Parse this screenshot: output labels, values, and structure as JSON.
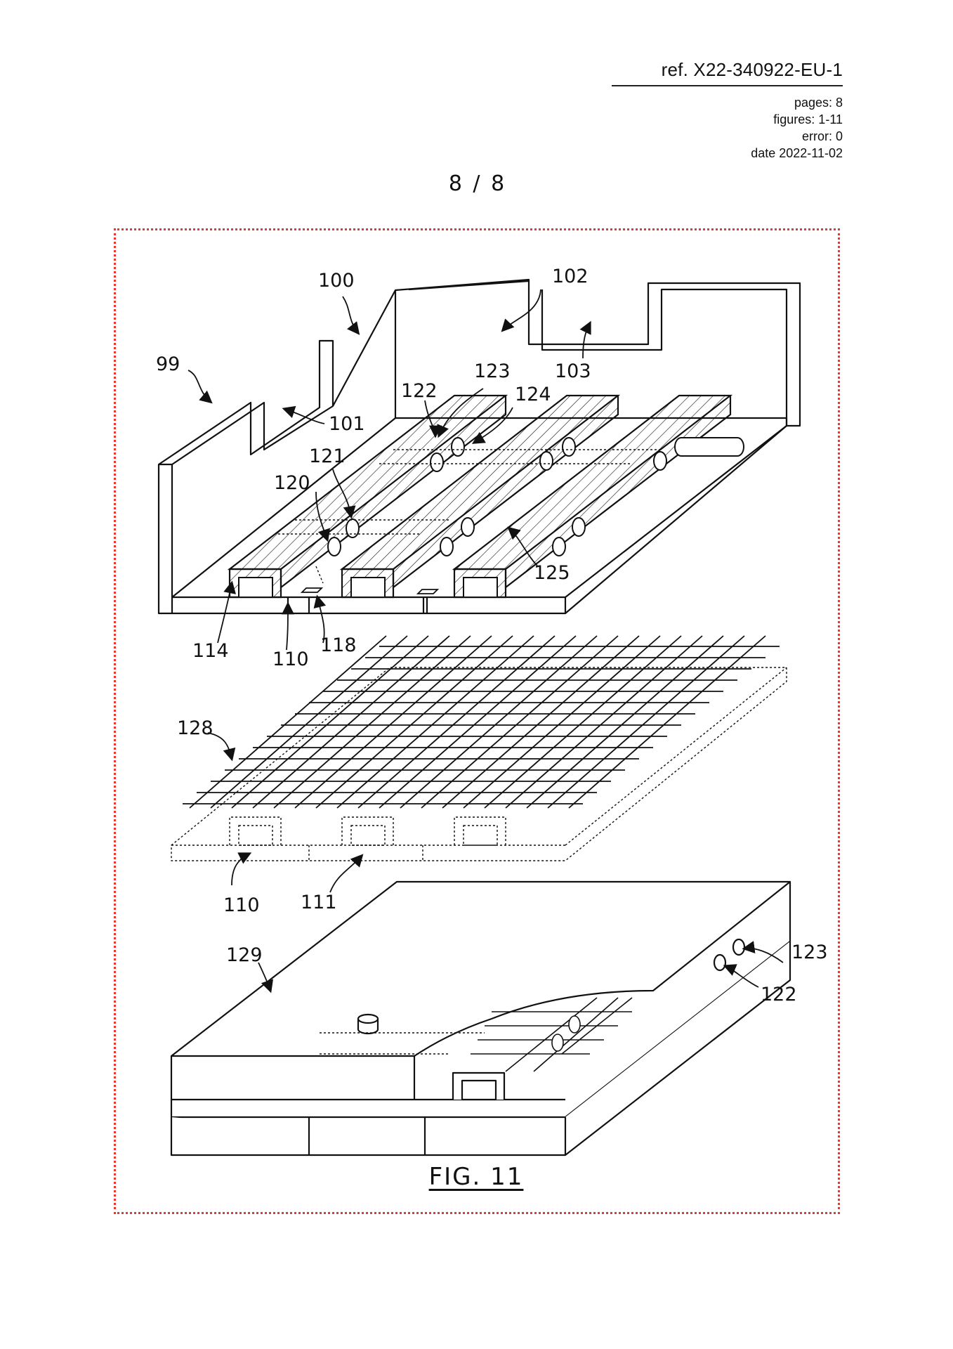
{
  "header": {
    "reference": "ref. X22-340922-EU-1",
    "pages": "pages: 8",
    "figures": "figures: 1-11",
    "error": "error: 0",
    "date": "date 2022-11-02"
  },
  "sheet_number": "8 / 8",
  "figure": {
    "title": "FIG. 11",
    "labels": {
      "l99": "99",
      "l100": "100",
      "l101": "101",
      "l102": "102",
      "l103": "103",
      "l110a": "110",
      "l110b": "110",
      "l111": "111",
      "l114": "114",
      "l118": "118",
      "l120": "120",
      "l121": "121",
      "l122a": "122",
      "l122b": "122",
      "l123a": "123",
      "l123b": "123",
      "l124": "124",
      "l125": "125",
      "l128": "128",
      "l129": "129"
    }
  },
  "colors": {
    "frame": "#e53935",
    "ink": "#111111"
  }
}
